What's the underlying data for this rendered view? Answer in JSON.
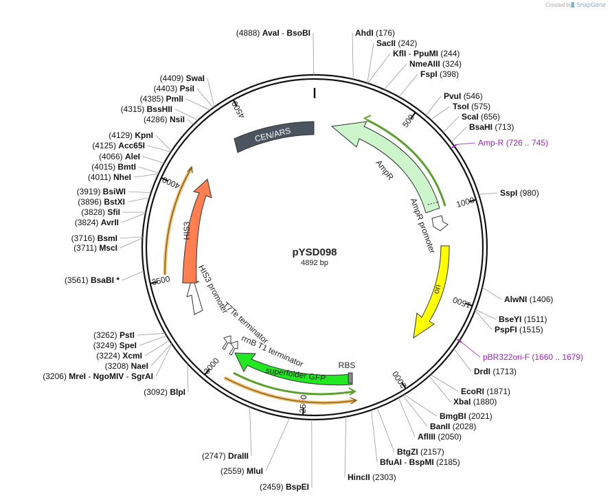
{
  "header": {
    "credit_text": "Created by",
    "brand_text": "SnapGene"
  },
  "plasmid": {
    "name": "pYSD098",
    "size_text": "4892 bp",
    "length": 4892
  },
  "ticks": [
    {
      "bp": 500,
      "text": "500"
    },
    {
      "bp": 1000,
      "text": "1000"
    },
    {
      "bp": 1500,
      "text": "1500"
    },
    {
      "bp": 2000,
      "text": "2000"
    },
    {
      "bp": 2500,
      "text": "2500"
    },
    {
      "bp": 3000,
      "text": "3000"
    },
    {
      "bp": 3500,
      "text": "3500"
    },
    {
      "bp": 4000,
      "text": "4000"
    },
    {
      "bp": 4500,
      "text": "4500"
    }
  ],
  "sites": [
    {
      "enzyme": "AvaI",
      "extra": "BsoBI",
      "position": "(4888)",
      "bp": 4888
    },
    {
      "enzyme": "AhdI",
      "position": "(176)",
      "bp": 176
    },
    {
      "enzyme": "SacII",
      "position": "(242)",
      "bp": 242
    },
    {
      "enzyme": "KflI",
      "extra": "PpuMI",
      "position": "(244)",
      "bp": 244
    },
    {
      "enzyme": "NmeAIII",
      "position": "(324)",
      "bp": 324
    },
    {
      "enzyme": "FspI",
      "position": "(398)",
      "bp": 398
    },
    {
      "enzyme": "PvuI",
      "position": "(546)",
      "bp": 546
    },
    {
      "enzyme": "TsoI",
      "position": "(575)",
      "bp": 575
    },
    {
      "enzyme": "ScaI",
      "position": "(656)",
      "bp": 656
    },
    {
      "enzyme": "BsaHI",
      "position": "(713)",
      "bp": 713
    },
    {
      "enzyme": "SspI",
      "position": "(980)",
      "bp": 980
    },
    {
      "enzyme": "AlwNI",
      "position": "(1406)",
      "bp": 1406
    },
    {
      "enzyme": "BseYI",
      "position": "(1511)",
      "bp": 1511
    },
    {
      "enzyme": "PspFI",
      "position": "(1515)",
      "bp": 1515
    },
    {
      "enzyme": "DrdI",
      "position": "(1713)",
      "bp": 1713
    },
    {
      "enzyme": "EcoRI",
      "position": "(1871)",
      "bp": 1871
    },
    {
      "enzyme": "XbaI",
      "position": "(1880)",
      "bp": 1880
    },
    {
      "enzyme": "BmgBI",
      "position": "(2021)",
      "bp": 2021
    },
    {
      "enzyme": "BanII",
      "position": "(2028)",
      "bp": 2028
    },
    {
      "enzyme": "AflIII",
      "position": "(2050)",
      "bp": 2050
    },
    {
      "enzyme": "BtgZI",
      "position": "(2157)",
      "bp": 2157
    },
    {
      "enzyme": "BfuAI",
      "extra": "BspMI",
      "position": "(2185)",
      "bp": 2185
    },
    {
      "enzyme": "HincII",
      "position": "(2303)",
      "bp": 2303
    },
    {
      "enzyme": "BspEI",
      "position": "(2459)",
      "bp": 2459
    },
    {
      "enzyme": "MluI",
      "position": "(2559)",
      "bp": 2559
    },
    {
      "enzyme": "DraIII",
      "position": "(2747)",
      "bp": 2747
    },
    {
      "enzyme": "BlpI",
      "position": "(3092)",
      "bp": 3092
    },
    {
      "enzyme": "MreI",
      "extra": "NgoMIV",
      "extra2": "SgrAI",
      "position": "(3206)",
      "bp": 3206
    },
    {
      "enzyme": "NaeI",
      "position": "(3208)",
      "bp": 3208
    },
    {
      "enzyme": "XcmI",
      "position": "(3224)",
      "bp": 3224
    },
    {
      "enzyme": "SpeI",
      "position": "(3249)",
      "bp": 3249
    },
    {
      "enzyme": "PstI",
      "position": "(3262)",
      "bp": 3262
    },
    {
      "enzyme": "BsaBI *",
      "position": "(3561)",
      "bp": 3561
    },
    {
      "enzyme": "MscI",
      "position": "(3711)",
      "bp": 3711
    },
    {
      "enzyme": "BsmI",
      "position": "(3716)",
      "bp": 3716
    },
    {
      "enzyme": "AvrII",
      "position": "(3824)",
      "bp": 3824
    },
    {
      "enzyme": "SfiI",
      "position": "(3828)",
      "bp": 3828
    },
    {
      "enzyme": "BstXI",
      "position": "(3896)",
      "bp": 3896
    },
    {
      "enzyme": "BsiWI",
      "position": "(3919)",
      "bp": 3919
    },
    {
      "enzyme": "NheI",
      "position": "(4011)",
      "bp": 4011
    },
    {
      "enzyme": "BmtI",
      "position": "(4015)",
      "bp": 4015
    },
    {
      "enzyme": "AleI",
      "position": "(4066)",
      "bp": 4066
    },
    {
      "enzyme": "Acc65I",
      "position": "(4125)",
      "bp": 4125
    },
    {
      "enzyme": "KpnI",
      "position": "(4129)",
      "bp": 4129
    },
    {
      "enzyme": "NsiI",
      "position": "(4286)",
      "bp": 4286
    },
    {
      "enzyme": "BssHII",
      "position": "(4315)",
      "bp": 4315
    },
    {
      "enzyme": "PmlI",
      "position": "(4385)",
      "bp": 4385
    },
    {
      "enzyme": "PsiI",
      "position": "(4403)",
      "bp": 4403
    },
    {
      "enzyme": "SwaI",
      "position": "(4409)",
      "bp": 4409
    }
  ],
  "primers": [
    {
      "name": "Amp-R",
      "range": "(726 .. 745)",
      "bp": 735
    },
    {
      "name": "pBR322ori-F",
      "range": "(1660 .. 1679)",
      "bp": 1670
    }
  ],
  "features": [
    {
      "name": "CEN/ARS",
      "color": "#4a5560"
    },
    {
      "name": "AmpR",
      "color": "#ccf5cc"
    },
    {
      "name": "AmpR promoter",
      "color": "#ffffff"
    },
    {
      "name": "ori",
      "color": "#ffff00"
    },
    {
      "name": "RBS",
      "color": "#888888"
    },
    {
      "name": "superfolder GFP",
      "color": "#22e822"
    },
    {
      "name": "rrnB T1 terminator",
      "color": "#ffffff"
    },
    {
      "name": "T7Te terminator",
      "color": "#ffffff"
    },
    {
      "name": "HIS3 promoter",
      "color": "#ffffff"
    },
    {
      "name": "HIS3",
      "color": "#ff7f50"
    }
  ]
}
